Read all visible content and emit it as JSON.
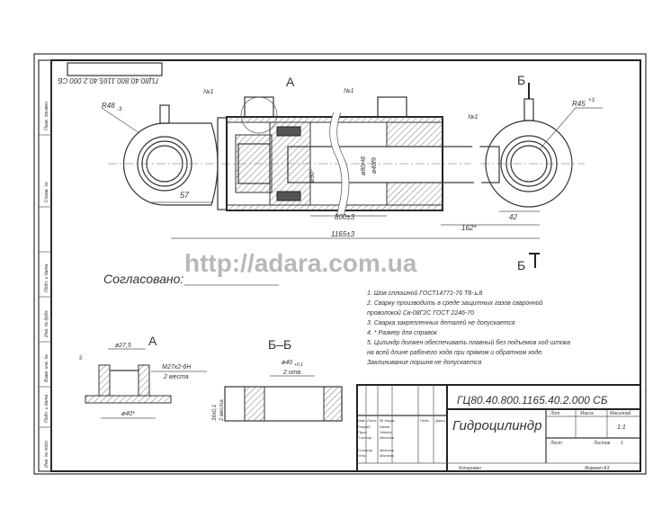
{
  "watermark": "http://adara.com.ua",
  "designation_rotated": "ГЦ80.40.800.1165.40.2.000 СБ",
  "labels": {
    "view_a": "А",
    "section_b": "Б",
    "section_bb": "Б–Б",
    "approved": "Согласовано:"
  },
  "dimensions": {
    "r_left": "R48",
    "r_left_tol": "-3",
    "r_right": "R45",
    "r_right_tol": "+3",
    "weld_mark": "№1",
    "d_57": "57",
    "d_800": "800±3",
    "d_1165": "1165±3",
    "d_162": "162*",
    "d_42": "42",
    "d_piston": "ø90*",
    "d_bore": "ø80Н8",
    "d_rod": "ø40f9"
  },
  "detail_a": {
    "d_top": "ø27,5",
    "thread": "М27х2-6Н",
    "thread_note": "2 места",
    "d_bottom": "ø40*",
    "depth": "5"
  },
  "detail_bb": {
    "d_hole": "ø40",
    "d_hole_tol": "+0,1",
    "hole_note": "2 отв.",
    "width": "36±0,1",
    "width_note": "2 места"
  },
  "notes": [
    "1. Шов сплошной ГОСТ14771-76 Т8-⊾8",
    "2. Сварку производить в среде защитных газов сварочной",
    "проволокой Св-08Г2С ГОСТ 2246-70",
    "3. Сварка закрепленных деталей не допускается",
    "4. * Размер для справок",
    "5. Цилиндр должен обеспечивать плавный без подъемов ход штока",
    "на всей длине рабочего хода при прямом и обратном ходе.",
    "Заклинивание поршня не допускается"
  ],
  "title_block": {
    "designation": "ГЦ80.40.800.1165.40.2.000 СБ",
    "name": "Гидроцилиндр",
    "col_lit": "Лит.",
    "col_mass": "Масса",
    "col_scale": "Масштаб",
    "scale": "1:1",
    "sheet": "Лист",
    "sheets": "Листов",
    "sheets_count": "1",
    "rows": [
      "Изм.",
      "Лист",
      "№ докум.",
      "Подп.",
      "Дата"
    ],
    "roles": [
      "Разраб.",
      "Пров.",
      "Т.контр.",
      "Н.контр.",
      "Утв."
    ],
    "names": [
      "Ивлев",
      "Чепель",
      "Мельник",
      "Мельник",
      "Мотнюк"
    ],
    "copied": "Копировал",
    "format": "Формат  А3"
  },
  "side_stamps": [
    "Перв. примен.",
    "Справ. №",
    "Подп. и дата",
    "Инв. № дубл.",
    "Взам. инв. №",
    "Подп. и дата",
    "Инв. № подл."
  ]
}
